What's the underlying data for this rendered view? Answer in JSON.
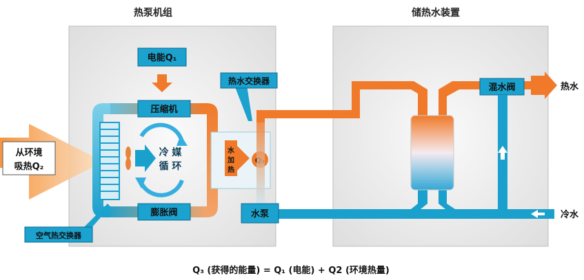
{
  "titles": {
    "heat_pump": "热泵机组",
    "storage": "储热水装置"
  },
  "labels": {
    "electric": "电能Q₁",
    "compressor": "压缩机",
    "hx_water": "热水交换器",
    "refrigerant": "冷媒循环",
    "expansion": "膨胀阀",
    "air_hx": "空气热交换器",
    "absorb_line1": "从环境",
    "absorb_line2": "吸热Q₂",
    "water_heat_v": "水加热",
    "q3": "Q₃",
    "pump": "水泵",
    "mix_valve": "混水阀",
    "hot_water": "热水",
    "cold_water": "冷水"
  },
  "formula": "Q₃ (获得的能量) = Q₁ (电能) + Q2 (环境热量)",
  "colors": {
    "hot": "#f07a2a",
    "cold": "#1aa0cc",
    "box_fill": "#1ba2cf",
    "panel": "#e9e9e9"
  }
}
